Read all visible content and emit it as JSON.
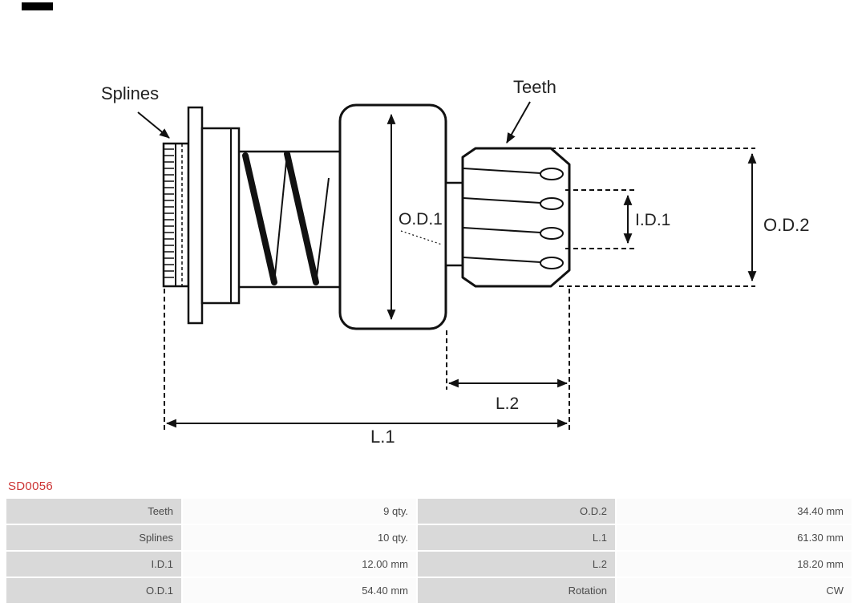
{
  "part": {
    "number": "SD0056"
  },
  "diagram": {
    "labels": {
      "splines": "Splines",
      "teeth": "Teeth",
      "od1": "O.D.1",
      "id1": "I.D.1",
      "od2": "O.D.2",
      "l1": "L.1",
      "l2": "L.2"
    }
  },
  "table": {
    "rows": [
      [
        "Teeth",
        "9 qty.",
        "O.D.2",
        "34.40 mm"
      ],
      [
        "Splines",
        "10 qty.",
        "L.1",
        "61.30 mm"
      ],
      [
        "I.D.1",
        "12.00 mm",
        "L.2",
        "18.20 mm"
      ],
      [
        "O.D.1",
        "54.40 mm",
        "Rotation",
        "CW"
      ]
    ]
  },
  "colors": {
    "accent_red": "#cc3333",
    "label_cell_bg": "#d9d9d9",
    "value_cell_bg": "#fbfbfb",
    "line": "#111111"
  }
}
